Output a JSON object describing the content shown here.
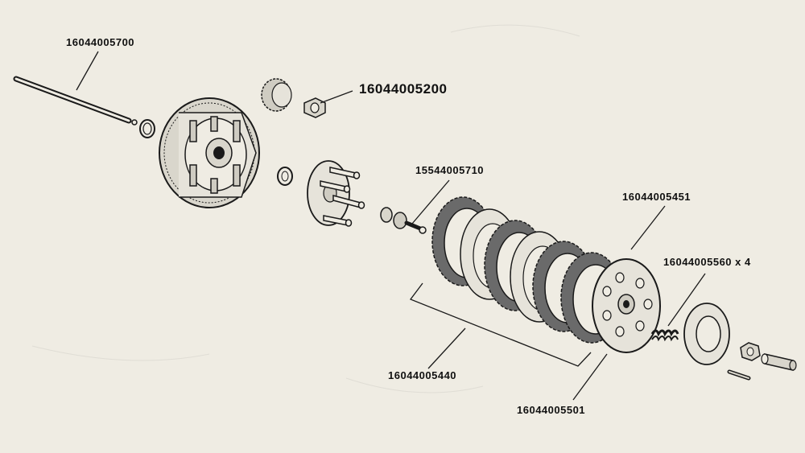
{
  "colors": {
    "background": "#efece3",
    "ink": "#1a1a1a",
    "metal": "#d9d6cc",
    "friction": "#6a6a6a"
  },
  "labels": {
    "pushrod": "16044005700",
    "nut": "16044005200",
    "washer": "15544005710",
    "pressure_plate": "16044005451",
    "springs": "16044005560 x 4",
    "plates_set": "16044005440",
    "cover_plate": "16044005501"
  }
}
